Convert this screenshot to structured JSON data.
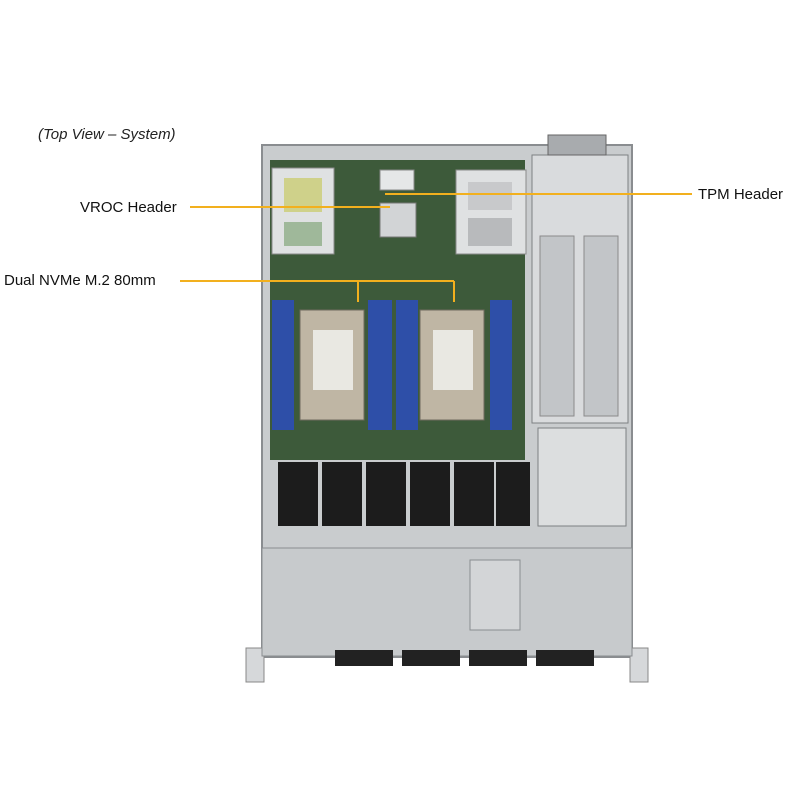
{
  "caption": "(Top View – System)",
  "labels": {
    "vroc": "VROC Header",
    "nvme": "Dual NVMe M.2 80mm",
    "tpm": "TPM Header"
  },
  "colors": {
    "leader": "#f2b01e",
    "board": "#3d5a3a",
    "chassis": "#b9bcbf",
    "dimm": "#2e4fa8",
    "fan": "#1c1c1c"
  }
}
